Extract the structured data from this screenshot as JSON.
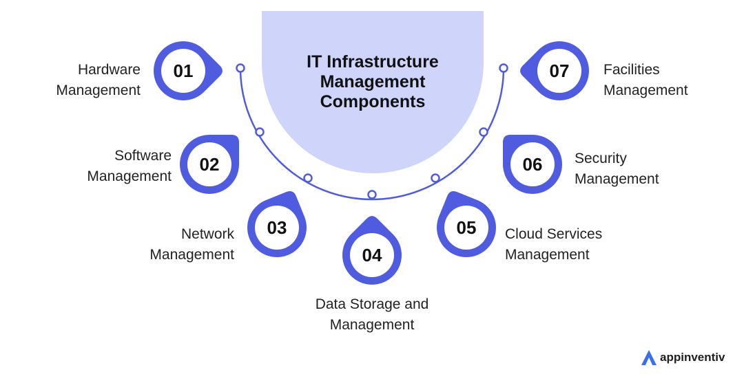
{
  "title_lines": [
    "IT Infrastructure",
    "Management",
    "Components"
  ],
  "colors": {
    "accent": "#4f5ce0",
    "center_fill": "#cfd4fb",
    "text": "#222222"
  },
  "components": [
    {
      "number": "01",
      "label_lines": [
        "Hardware",
        "Management"
      ]
    },
    {
      "number": "02",
      "label_lines": [
        "Software",
        "Management"
      ]
    },
    {
      "number": "03",
      "label_lines": [
        "Network",
        "Management"
      ]
    },
    {
      "number": "04",
      "label_lines": [
        "Data Storage and",
        "Management"
      ]
    },
    {
      "number": "05",
      "label_lines": [
        "Cloud Services",
        "Management"
      ]
    },
    {
      "number": "06",
      "label_lines": [
        "Security",
        "Management"
      ]
    },
    {
      "number": "07",
      "label_lines": [
        "Facilities",
        "Management"
      ]
    }
  ],
  "logo": {
    "text": "appinventiv",
    "icon": "appinventiv-logo-icon"
  }
}
